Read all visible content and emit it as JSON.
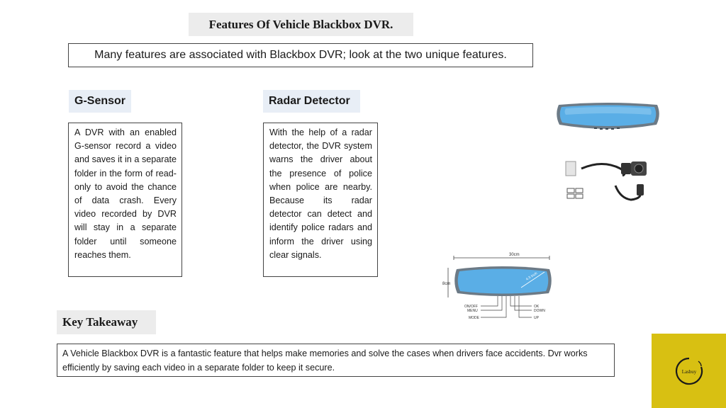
{
  "title": "Features Of Vehicle Blackbox DVR.",
  "intro": "Many features are associated with Blackbox DVR; look at the two unique features.",
  "gsensor": {
    "label": "G-Sensor",
    "text": "A DVR with an enabled G-sensor record a video and saves it in a separate folder in the form of read-only to avoid the chance of data crash. Every video recorded by DVR will stay in a separate folder until someone reaches them."
  },
  "radar": {
    "label": "Radar Detector",
    "text": "With the help of a radar detector, the DVR system warns the driver about the presence of police when police are nearby. Because its radar detector can detect and identify police radars and inform the driver using clear signals."
  },
  "key": {
    "label": "Key Takeaway",
    "text": "A Vehicle Blackbox DVR is a fantastic feature that helps make memories and solve the cases when drivers face accidents. Dvr works efficiently by saving each video in a separate folder to keep it secure."
  },
  "diagram": {
    "width": "30cm",
    "height": "8cm",
    "diag": "4.3 Inch",
    "buttons_left": [
      "ON/OFF",
      "MENU",
      "MODE"
    ],
    "buttons_right": [
      "OK",
      "DOWN",
      "UP"
    ]
  },
  "logo": {
    "text": "Lasbuy"
  },
  "colors": {
    "logo_bg": "#d8c012",
    "mirror_blue": "#5aaee6",
    "label_bg": "#e8eef6"
  }
}
